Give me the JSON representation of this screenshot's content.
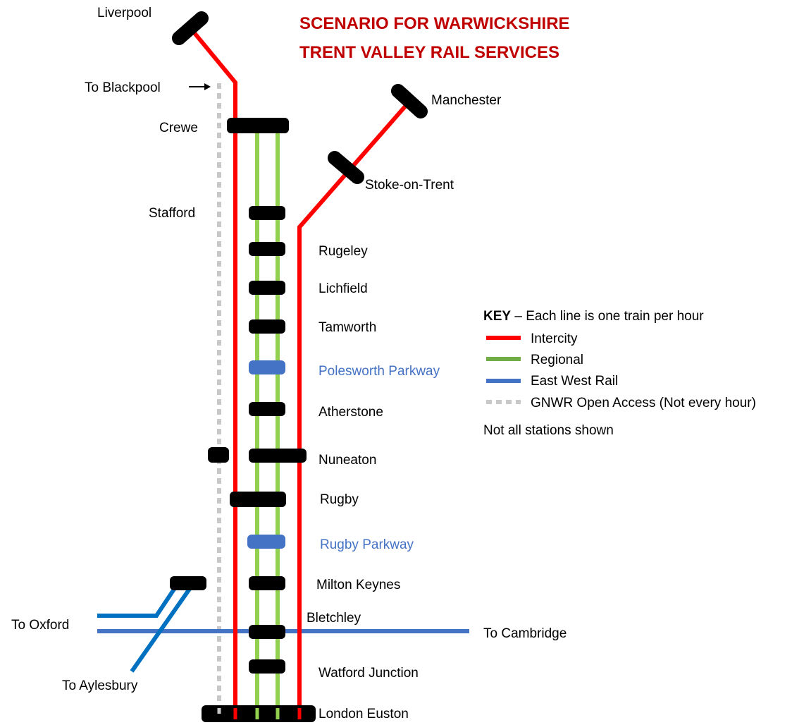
{
  "title": {
    "line1": "SCENARIO FOR WARWICKSHIRE",
    "line2": "TRENT VALLEY RAIL SERVICES"
  },
  "colors": {
    "intercity": "#ff0000",
    "regional": "#92d050",
    "east_west_rail": "#4472c4",
    "east_west_rail_branch": "#0070c0",
    "gnwr": "#c8c8c8",
    "station": "#000000",
    "new_station": "#4472c4",
    "title": "#c00000"
  },
  "stations": {
    "liverpool": "Liverpool",
    "manchester": "Manchester",
    "stoke": "Stoke-on-Trent",
    "crewe": "Crewe",
    "stafford": "Stafford",
    "rugeley": "Rugeley",
    "lichfield": "Lichfield",
    "tamworth": "Tamworth",
    "polesworth": "Polesworth Parkway",
    "atherstone": "Atherstone",
    "nuneaton": "Nuneaton",
    "rugby": "Rugby",
    "rugby_parkway": "Rugby Parkway",
    "milton_keynes": "Milton Keynes",
    "bletchley": "Bletchley",
    "watford": "Watford Junction",
    "euston": "London Euston"
  },
  "destinations": {
    "blackpool": "To Blackpool",
    "oxford": "To Oxford",
    "aylesbury": "To Aylesbury",
    "cambridge": "To Cambridge"
  },
  "key": {
    "heading": "KEY",
    "heading_rest": " – Each line is one train per hour",
    "intercity": "Intercity",
    "regional": "Regional",
    "east_west_rail": "East West Rail",
    "gnwr": "GNWR Open Access (Not every hour)",
    "note": "Not all stations shown"
  }
}
